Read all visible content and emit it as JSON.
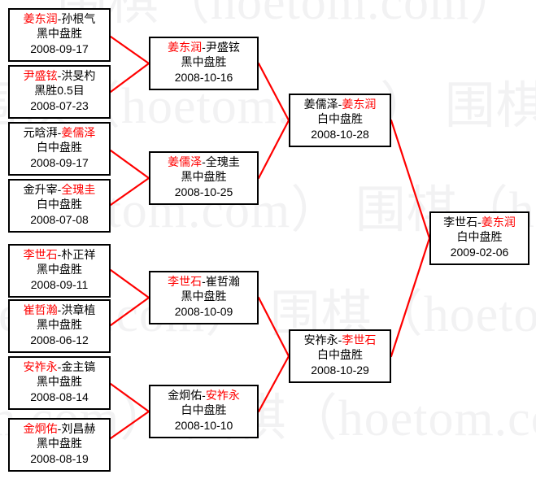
{
  "page": {
    "title": "Go tournament bracket",
    "watermark_text": "围棋（hoetom.com）",
    "line_color": "#ff0000",
    "winner_color": "#ff0000",
    "loser_color": "#000000",
    "box_border_color": "#000000",
    "background_color": "#ffffff"
  },
  "rounds": [
    {
      "name": "round-1",
      "matches": [
        {
          "id": "r1m1",
          "left": "姜东润",
          "right": "孙根气",
          "winner": "left",
          "result": "黑中盘胜",
          "date": "2008-09-17"
        },
        {
          "id": "r1m2",
          "left": "尹盛铉",
          "right": "洪旻杓",
          "winner": "left",
          "result": "黑胜0.5目",
          "date": "2008-07-23"
        },
        {
          "id": "r1m3",
          "left": "元晗湃",
          "right": "姜儒泽",
          "winner": "right",
          "result": "白中盘胜",
          "date": "2008-09-17"
        },
        {
          "id": "r1m4",
          "left": "金升宰",
          "right": "全瑰圭",
          "winner": "right",
          "result": "白中盘胜",
          "date": "2008-07-08"
        },
        {
          "id": "r1m5",
          "left": "李世石",
          "right": "朴正祥",
          "winner": "left",
          "result": "黑中盘胜",
          "date": "2008-09-11"
        },
        {
          "id": "r1m6",
          "left": "崔哲瀚",
          "right": "洪章植",
          "winner": "left",
          "result": "黑中盘胜",
          "date": "2008-06-12"
        },
        {
          "id": "r1m7",
          "left": "安祚永",
          "right": "金主镐",
          "winner": "left",
          "result": "黑中盘胜",
          "date": "2008-08-14"
        },
        {
          "id": "r1m8",
          "left": "金炯佑",
          "right": "刘昌赫",
          "winner": "left",
          "result": "黑中盘胜",
          "date": "2008-08-19"
        }
      ]
    },
    {
      "name": "round-2",
      "matches": [
        {
          "id": "r2m1",
          "left": "姜东润",
          "right": "尹盛铉",
          "winner": "left",
          "result": "黑中盘胜",
          "date": "2008-10-16"
        },
        {
          "id": "r2m2",
          "left": "姜儒泽",
          "right": "全瑰圭",
          "winner": "left",
          "result": "黑中盘胜",
          "date": "2008-10-25"
        },
        {
          "id": "r2m3",
          "left": "李世石",
          "right": "崔哲瀚",
          "winner": "left",
          "result": "黑中盘胜",
          "date": "2008-10-09"
        },
        {
          "id": "r2m4",
          "left": "金炯佑",
          "right": "安祚永",
          "winner": "right",
          "result": "白中盘胜",
          "date": "2008-10-10"
        }
      ]
    },
    {
      "name": "semifinal",
      "matches": [
        {
          "id": "r3m1",
          "left": "姜儒泽",
          "right": "姜东润",
          "winner": "right",
          "result": "白中盘胜",
          "date": "2008-10-28"
        },
        {
          "id": "r3m2",
          "left": "安祚永",
          "right": "李世石",
          "winner": "right",
          "result": "白中盘胜",
          "date": "2008-10-29"
        }
      ]
    },
    {
      "name": "final",
      "matches": [
        {
          "id": "r4m1",
          "left": "李世石",
          "right": "姜东润",
          "winner": "right",
          "result": "白中盘胜",
          "date": "2009-02-06"
        }
      ]
    }
  ]
}
